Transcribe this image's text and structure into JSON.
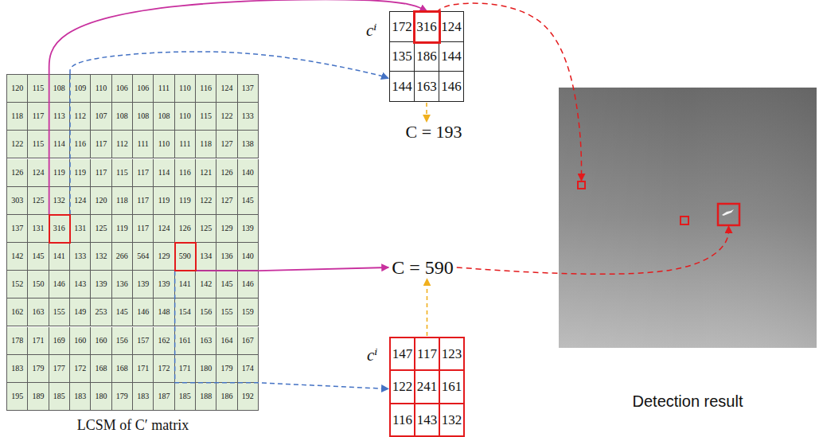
{
  "diagram": {
    "nodes": [
      {
        "text": [
          "LCSM of C′ matrix"
        ]
      },
      {
        "text": [
          "120"
        ],
        "in": 0
      },
      {
        "text": [
          "115"
        ],
        "in": 0
      },
      {
        "text": [
          "108"
        ],
        "in": 0
      },
      {
        "text": [
          "109"
        ],
        "in": 0
      },
      {
        "text": [
          "110"
        ],
        "in": 0
      },
      {
        "text": [
          "106"
        ],
        "in": 0
      },
      {
        "text": [
          "106"
        ],
        "in": 0
      },
      {
        "text": [
          "111"
        ],
        "in": 0
      },
      {
        "text": [
          "110"
        ],
        "in": 0
      },
      {
        "text": [
          "116"
        ],
        "in": 0
      },
      {
        "text": [
          "124"
        ],
        "in": 0
      },
      {
        "text": [
          "137"
        ],
        "in": 0
      },
      {
        "text": [
          "118"
        ],
        "in": 0
      },
      {
        "text": [
          "117"
        ],
        "in": 0
      },
      {
        "text": [
          "113"
        ],
        "in": 0
      },
      {
        "text": [
          "112"
        ],
        "in": 0
      },
      {
        "text": [
          "107"
        ],
        "in": 0
      },
      {
        "text": [
          "108"
        ],
        "in": 0
      },
      {
        "text": [
          "108"
        ],
        "in": 0
      },
      {
        "text": [
          "108"
        ],
        "in": 0
      },
      {
        "text": [
          "110"
        ],
        "in": 0
      },
      {
        "text": [
          "115"
        ],
        "in": 0
      },
      {
        "text": [
          "122"
        ],
        "in": 0
      },
      {
        "text": [
          "133"
        ],
        "in": 0
      },
      {
        "text": [
          "122"
        ],
        "in": 0
      },
      {
        "text": [
          "115"
        ],
        "in": 0
      },
      {
        "text": [
          "114"
        ],
        "in": 0
      },
      {
        "text": [
          "116"
        ],
        "in": 0
      },
      {
        "text": [
          "117"
        ],
        "in": 0
      },
      {
        "text": [
          "112"
        ],
        "in": 0
      },
      {
        "text": [
          "111"
        ],
        "in": 0
      },
      {
        "text": [
          "110"
        ],
        "in": 0
      },
      {
        "text": [
          "111"
        ],
        "in": 0
      },
      {
        "text": [
          "118"
        ],
        "in": 0
      },
      {
        "text": [
          "127"
        ],
        "in": 0
      },
      {
        "text": [
          "138"
        ],
        "in": 0
      },
      {
        "text": [
          "126"
        ],
        "in": 0
      },
      {
        "text": [
          "124"
        ],
        "in": 0
      },
      {
        "text": [
          "119"
        ],
        "in": 0
      },
      {
        "text": [
          "119"
        ],
        "in": 0
      },
      {
        "text": [
          "117"
        ],
        "in": 0
      },
      {
        "text": [
          "115"
        ],
        "in": 0
      },
      {
        "text": [
          "117"
        ],
        "in": 0
      },
      {
        "text": [
          "114"
        ],
        "in": 0
      },
      {
        "text": [
          "116"
        ],
        "in": 0
      },
      {
        "text": [
          "121"
        ],
        "in": 0
      },
      {
        "text": [
          "126"
        ],
        "in": 0
      },
      {
        "text": [
          "140"
        ],
        "in": 0
      },
      {
        "text": [
          "303"
        ],
        "in": 0
      },
      {
        "text": [
          "125"
        ],
        "in": 0
      },
      {
        "text": [
          "132"
        ],
        "in": 0
      },
      {
        "text": [
          "124"
        ],
        "in": 0
      },
      {
        "text": [
          "120"
        ],
        "in": 0
      },
      {
        "text": [
          "118"
        ],
        "in": 0
      },
      {
        "text": [
          "117"
        ],
        "in": 0
      },
      {
        "text": [
          "119"
        ],
        "in": 0
      },
      {
        "text": [
          "119"
        ],
        "in": 0
      },
      {
        "text": [
          "122"
        ],
        "in": 0
      },
      {
        "text": [
          "127"
        ],
        "in": 0
      },
      {
        "text": [
          "145"
        ],
        "in": 0
      },
      {
        "text": [
          "137"
        ],
        "in": 0
      },
      {
        "text": [
          "131"
        ],
        "in": 0
      },
      {
        "text": [
          "316"
        ],
        "in": 0
      },
      {
        "text": [
          "131"
        ],
        "in": 0
      },
      {
        "text": [
          "125"
        ],
        "in": 0
      },
      {
        "text": [
          "119"
        ],
        "in": 0
      },
      {
        "text": [
          "117"
        ],
        "in": 0
      },
      {
        "text": [
          "124"
        ],
        "in": 0
      },
      {
        "text": [
          "126"
        ],
        "in": 0
      },
      {
        "text": [
          "125"
        ],
        "in": 0
      },
      {
        "text": [
          "129"
        ],
        "in": 0
      },
      {
        "text": [
          "139"
        ],
        "in": 0
      },
      {
        "text": [
          "142"
        ],
        "in": 0
      },
      {
        "text": [
          "145"
        ],
        "in": 0
      },
      {
        "text": [
          "141"
        ],
        "in": 0
      },
      {
        "text": [
          "133"
        ],
        "in": 0
      },
      {
        "text": [
          "132"
        ],
        "in": 0
      },
      {
        "text": [
          "266"
        ],
        "in": 0
      },
      {
        "text": [
          "564"
        ],
        "in": 0
      },
      {
        "text": [
          "129"
        ],
        "in": 0
      },
      {
        "text": [
          "590"
        ],
        "in": 0
      },
      {
        "text": [
          "134"
        ],
        "in": 0
      },
      {
        "text": [
          "136"
        ],
        "in": 0
      },
      {
        "text": [
          "140"
        ],
        "in": 0
      },
      {
        "text": [
          "152"
        ],
        "in": 0
      },
      {
        "text": [
          "150"
        ],
        "in": 0
      },
      {
        "text": [
          "146"
        ],
        "in": 0
      },
      {
        "text": [
          "143"
        ],
        "in": 0
      },
      {
        "text": [
          "139"
        ],
        "in": 0
      },
      {
        "text": [
          "136"
        ],
        "in": 0
      },
      {
        "text": [
          "139"
        ],
        "in": 0
      },
      {
        "text": [
          "139"
        ],
        "in": 0
      },
      {
        "text": [
          "141"
        ],
        "in": 0
      },
      {
        "text": [
          "142"
        ],
        "in": 0
      },
      {
        "text": [
          "145"
        ],
        "in": 0
      },
      {
        "text": [
          "146"
        ],
        "in": 0
      },
      {
        "text": [
          "162"
        ],
        "in": 0
      },
      {
        "text": [
          "163"
        ],
        "in": 0
      },
      {
        "text": [
          "155"
        ],
        "in": 0
      },
      {
        "text": [
          "149"
        ],
        "in": 0
      },
      {
        "text": [
          "253"
        ],
        "in": 0
      },
      {
        "text": [
          "145"
        ],
        "in": 0
      },
      {
        "text": [
          "146"
        ],
        "in": 0
      },
      {
        "text": [
          "148"
        ],
        "in": 0
      },
      {
        "text": [
          "154"
        ],
        "in": 0
      },
      {
        "text": [
          "156"
        ],
        "in": 0
      },
      {
        "text": [
          "155"
        ],
        "in": 0
      },
      {
        "text": [
          "159"
        ],
        "in": 0
      },
      {
        "text": [
          "178"
        ],
        "in": 0
      },
      {
        "text": [
          "171"
        ],
        "in": 0
      },
      {
        "text": [
          "169"
        ],
        "in": 0
      },
      {
        "text": [
          "160"
        ],
        "in": 0
      },
      {
        "text": [
          "160"
        ],
        "in": 0
      },
      {
        "text": [
          "156"
        ],
        "in": 0
      },
      {
        "text": [
          "157"
        ],
        "in": 0
      },
      {
        "text": [
          "162"
        ],
        "in": 0
      },
      {
        "text": [
          "161"
        ],
        "in": 0
      },
      {
        "text": [
          "163"
        ],
        "in": 0
      },
      {
        "text": [
          "164"
        ],
        "in": 0
      },
      {
        "text": [
          "167"
        ],
        "in": 0
      },
      {
        "text": [
          "183"
        ],
        "in": 0
      },
      {
        "text": [
          "179"
        ],
        "in": 0
      },
      {
        "text": [
          "177"
        ],
        "in": 0
      },
      {
        "text": [
          "172"
        ],
        "in": 0
      },
      {
        "text": [
          "168"
        ],
        "in": 0
      },
      {
        "text": [
          "168"
        ],
        "in": 0
      },
      {
        "text": [
          "171"
        ],
        "in": 0
      },
      {
        "text": [
          "172"
        ],
        "in": 0
      },
      {
        "text": [
          "171"
        ],
        "in": 0
      },
      {
        "text": [
          "180"
        ],
        "in": 0
      },
      {
        "text": [
          "179"
        ],
        "in": 0
      },
      {
        "text": [
          "174"
        ],
        "in": 0
      },
      {
        "text": [
          "195"
        ],
        "in": 0
      },
      {
        "text": [
          "189"
        ],
        "in": 0
      },
      {
        "text": [
          "185"
        ],
        "in": 0
      },
      {
        "text": [
          "183"
        ],
        "in": 0
      },
      {
        "text": [
          "180"
        ],
        "in": 0
      },
      {
        "text": [
          "179"
        ],
        "in": 0
      },
      {
        "text": [
          "183"
        ],
        "in": 0
      },
      {
        "text": [
          "187"
        ],
        "in": 0
      },
      {
        "text": [
          "185"
        ],
        "in": 0
      },
      {
        "text": [
          "188"
        ],
        "in": 0
      },
      {
        "text": [
          "186"
        ],
        "in": 0
      },
      {
        "text": [
          "192"
        ],
        "in": 0
      },
      {
        "text": [
          "cⁱ"
        ]
      },
      {
        "text": [
          "172"
        ],
        "in": 145
      },
      {
        "text": [
          "316"
        ],
        "in": 145
      },
      {
        "text": [
          "124"
        ],
        "in": 145
      },
      {
        "text": [
          "135"
        ],
        "in": 145
      },
      {
        "text": [
          "186"
        ],
        "in": 145
      },
      {
        "text": [
          "144"
        ],
        "in": 145
      },
      {
        "text": [
          "144"
        ],
        "in": 145
      },
      {
        "text": [
          "163"
        ],
        "in": 145
      },
      {
        "text": [
          "146"
        ],
        "in": 145
      },
      {
        "text": [
          "C = 193"
        ]
      },
      {
        "text": [
          "C = 590"
        ]
      },
      {
        "text": [
          "cⁱ"
        ]
      },
      {
        "text": [
          "147"
        ],
        "in": 157
      },
      {
        "text": [
          "117"
        ],
        "in": 157
      },
      {
        "text": [
          "123"
        ],
        "in": 157
      },
      {
        "text": [
          "122"
        ],
        "in": 157
      },
      {
        "text": [
          "241"
        ],
        "in": 157
      },
      {
        "text": [
          "161"
        ],
        "in": 157
      },
      {
        "text": [
          "116"
        ],
        "in": 157
      },
      {
        "text": [
          "143"
        ],
        "in": 157
      },
      {
        "text": [
          "132"
        ],
        "in": 157
      },
      {
        "text": [
          "Detection result"
        ]
      }
    ],
    "edges": [
      {
        "from": 63,
        "to": 147,
        "arrow": "to"
      },
      {
        "from": 63,
        "to": 145,
        "arrow": "to"
      },
      {
        "from": 145,
        "to": 155,
        "arrow": "to"
      },
      {
        "from": 147,
        "to": 167,
        "arrow": "to"
      },
      {
        "from": 81,
        "to": 156,
        "arrow": "to"
      },
      {
        "from": 81,
        "to": 157,
        "arrow": "to"
      },
      {
        "from": 157,
        "to": 156,
        "arrow": "to"
      },
      {
        "from": 156,
        "to": 167,
        "arrow": "to"
      }
    ]
  }
}
